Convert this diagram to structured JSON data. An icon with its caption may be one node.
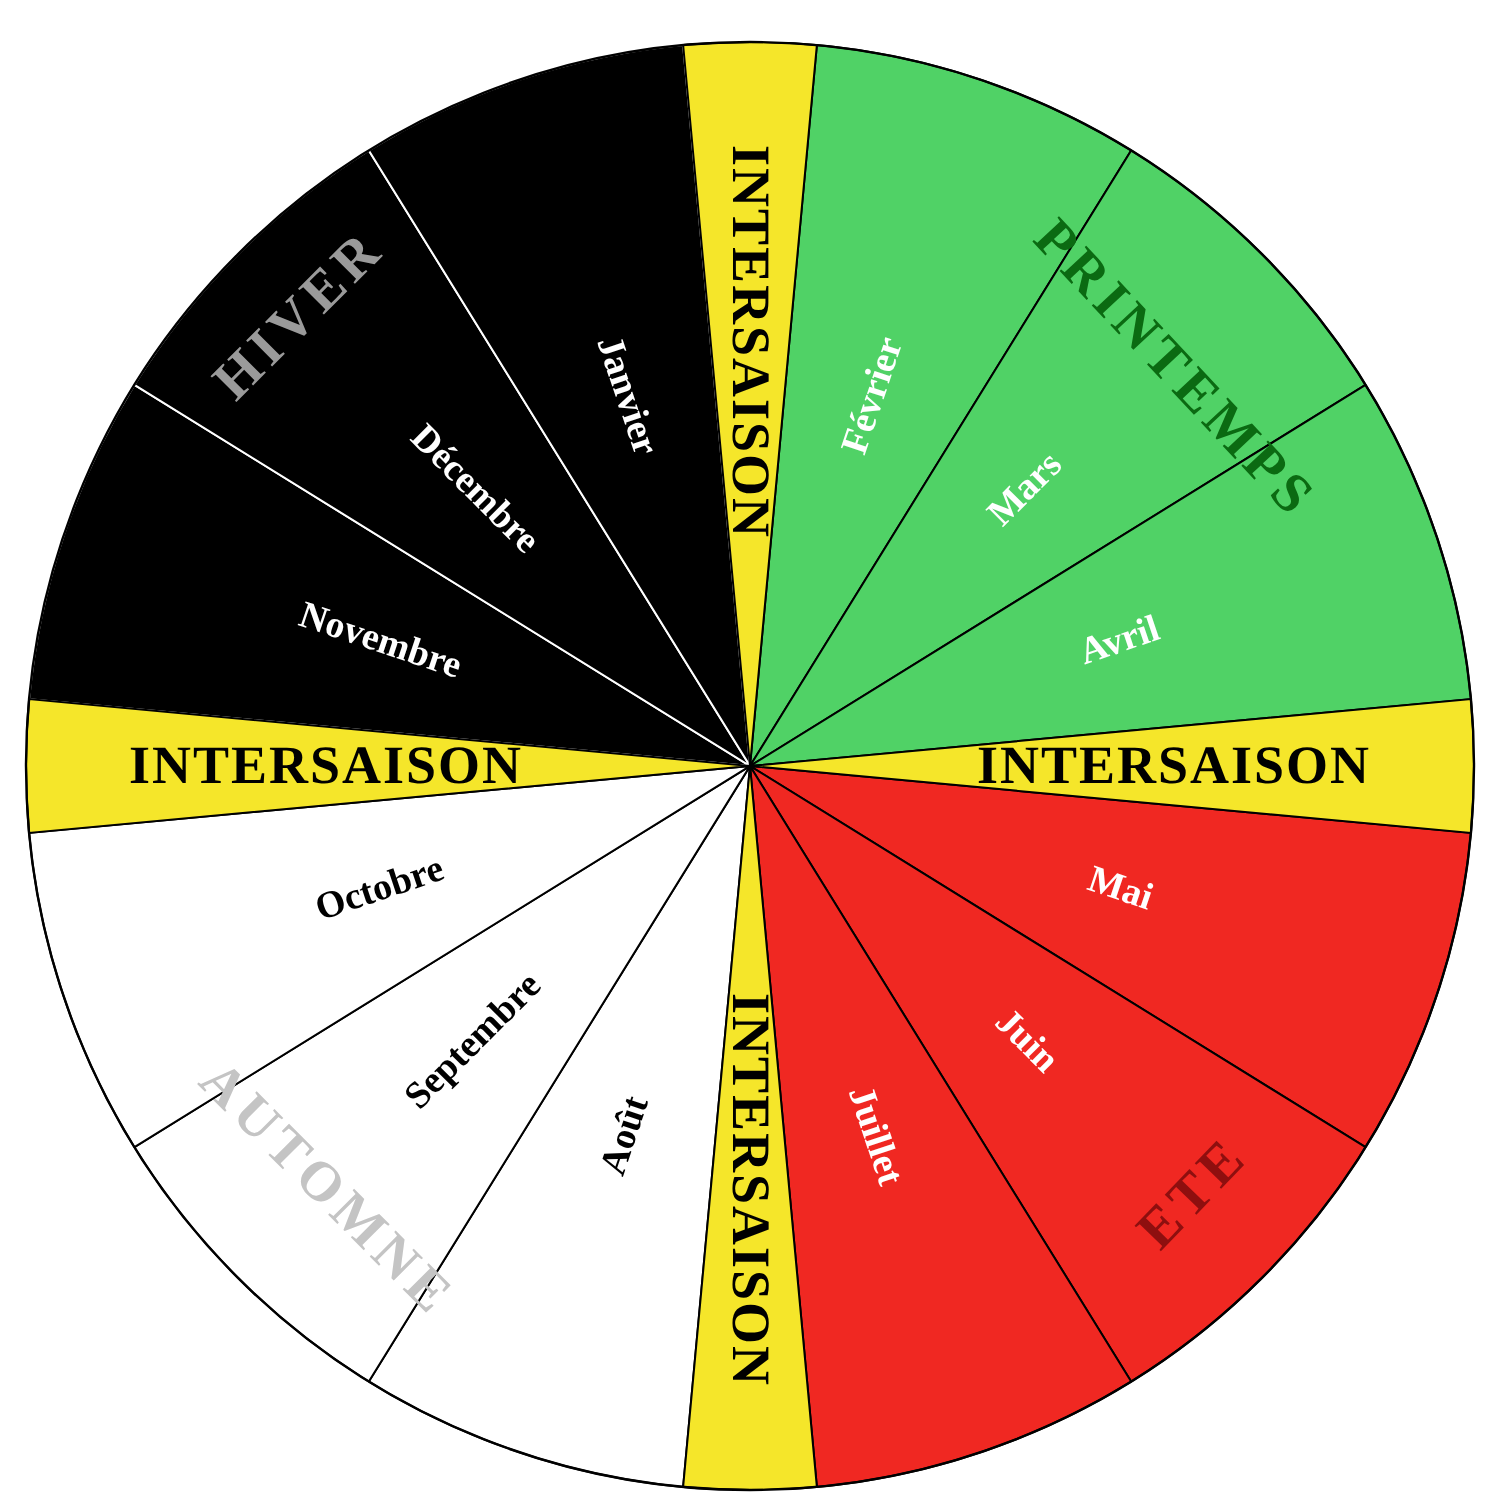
{
  "diagram": {
    "nodes": [
      {
        "text": [
          "INTERSAISON"
        ]
      },
      {
        "text": [
          "Février"
        ]
      },
      {
        "text": [
          "Mars"
        ]
      },
      {
        "text": [
          "Avril"
        ]
      },
      {
        "text": [
          "INTERSAISON"
        ]
      },
      {
        "text": [
          "Mai"
        ]
      },
      {
        "text": [
          "Juin"
        ]
      },
      {
        "text": [
          "Juillet"
        ]
      },
      {
        "text": [
          "INTERSAISON"
        ]
      },
      {
        "text": [
          "Août"
        ]
      },
      {
        "text": [
          "Septembre"
        ]
      },
      {
        "text": [
          "Octobre"
        ]
      },
      {
        "text": [
          "INTERSAISON"
        ]
      },
      {
        "text": [
          "Novembre"
        ]
      },
      {
        "text": [
          "Décembre"
        ]
      },
      {
        "text": [
          "Janvier"
        ]
      }
    ],
    "edges": [],
    "labels": [
      "HIVER",
      "PRINTEMPS",
      "AUTOMNE",
      "ETE"
    ]
  }
}
